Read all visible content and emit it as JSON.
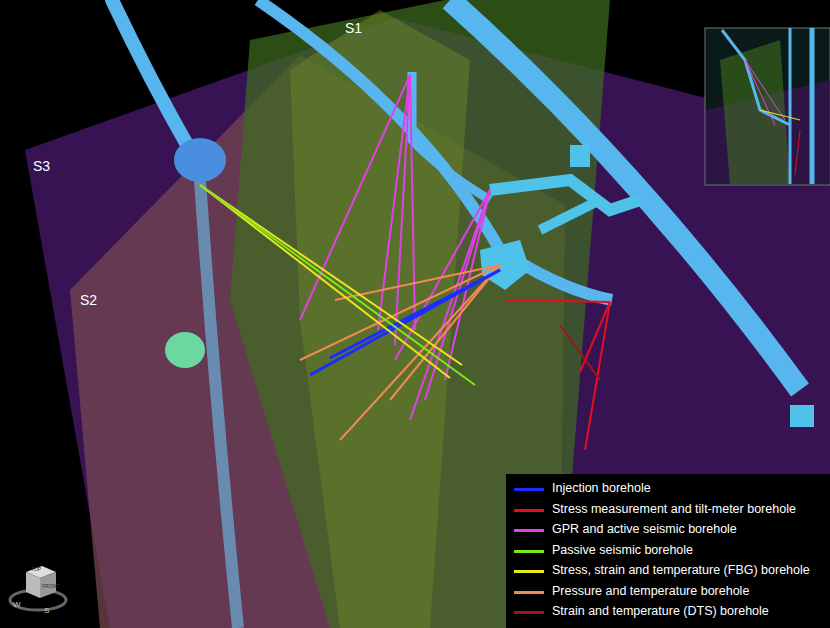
{
  "diagram": {
    "labels": [
      "S1",
      "S2",
      "S3",
      "TOP",
      "FRONT",
      "W",
      "S"
    ],
    "legend": [
      {
        "text": "Injection borehole",
        "color": "#1a2cff"
      },
      {
        "text": "Stress measurement and tilt-meter borehole",
        "color": "#e0101c"
      },
      {
        "text": "GPR and active seismic borehole",
        "color": "#e040e8"
      },
      {
        "text": "Passive seismic borehole",
        "color": "#7ce81a"
      },
      {
        "text": "Stress, strain and temperature (FBG) borehole",
        "color": "#e8e81a"
      },
      {
        "text": "Pressure and temperature borehole",
        "color": "#f08a50"
      },
      {
        "text": "Strain and temperature (DTS) borehole",
        "color": "#a0141c"
      }
    ]
  }
}
